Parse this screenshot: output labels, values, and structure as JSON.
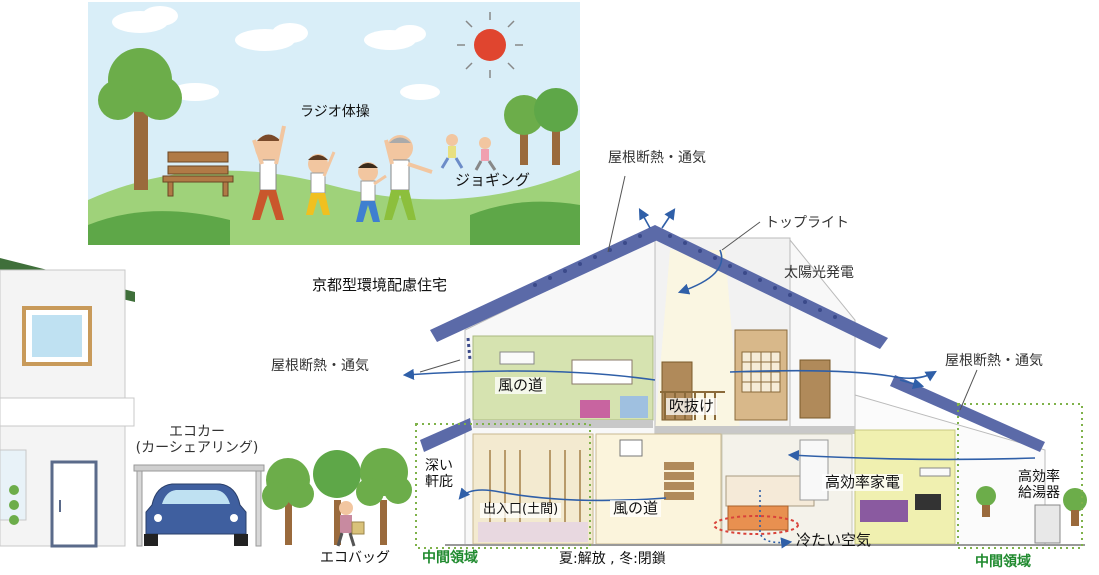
{
  "park": {
    "radio_exercise": "ラジオ体操",
    "jogging": "ジョギング"
  },
  "house": {
    "title": "京都型環境配慮住宅",
    "roof_insulation_top": "屋根断熱・通気",
    "roof_insulation_left": "屋根断熱・通気",
    "roof_insulation_right": "屋根断熱・通気",
    "toplight": "トップライト",
    "solar_power": "太陽光発電",
    "wind_path_upper": "風の道",
    "atrium": "吹抜け",
    "deep_eaves_line1": "深い",
    "deep_eaves_line2": "軒庇",
    "entrance": "出入口(土間)",
    "wind_path_lower": "風の道",
    "efficient_appliances": "高効率家電",
    "efficient_heater_line1": "高効率",
    "efficient_heater_line2": "給湯器",
    "cool_air": "冷たい空気",
    "season_note": "夏:解放 , 冬:閉鎖",
    "middle_zone_left": "中間領域",
    "middle_zone_right": "中間領域"
  },
  "neighbor": {
    "ecocar_line1": "エコカー",
    "ecocar_line2": "(カーシェアリング)",
    "ecobag": "エコバッグ"
  },
  "colors": {
    "middle_zone_text": "#1f8a2e",
    "middle_zone_border": "#7fb24a",
    "roof": "#5b6aa8",
    "solar_panel": "#3b4a8a",
    "arrow": "#2f5fa8",
    "cool_air": "#d9423a"
  }
}
